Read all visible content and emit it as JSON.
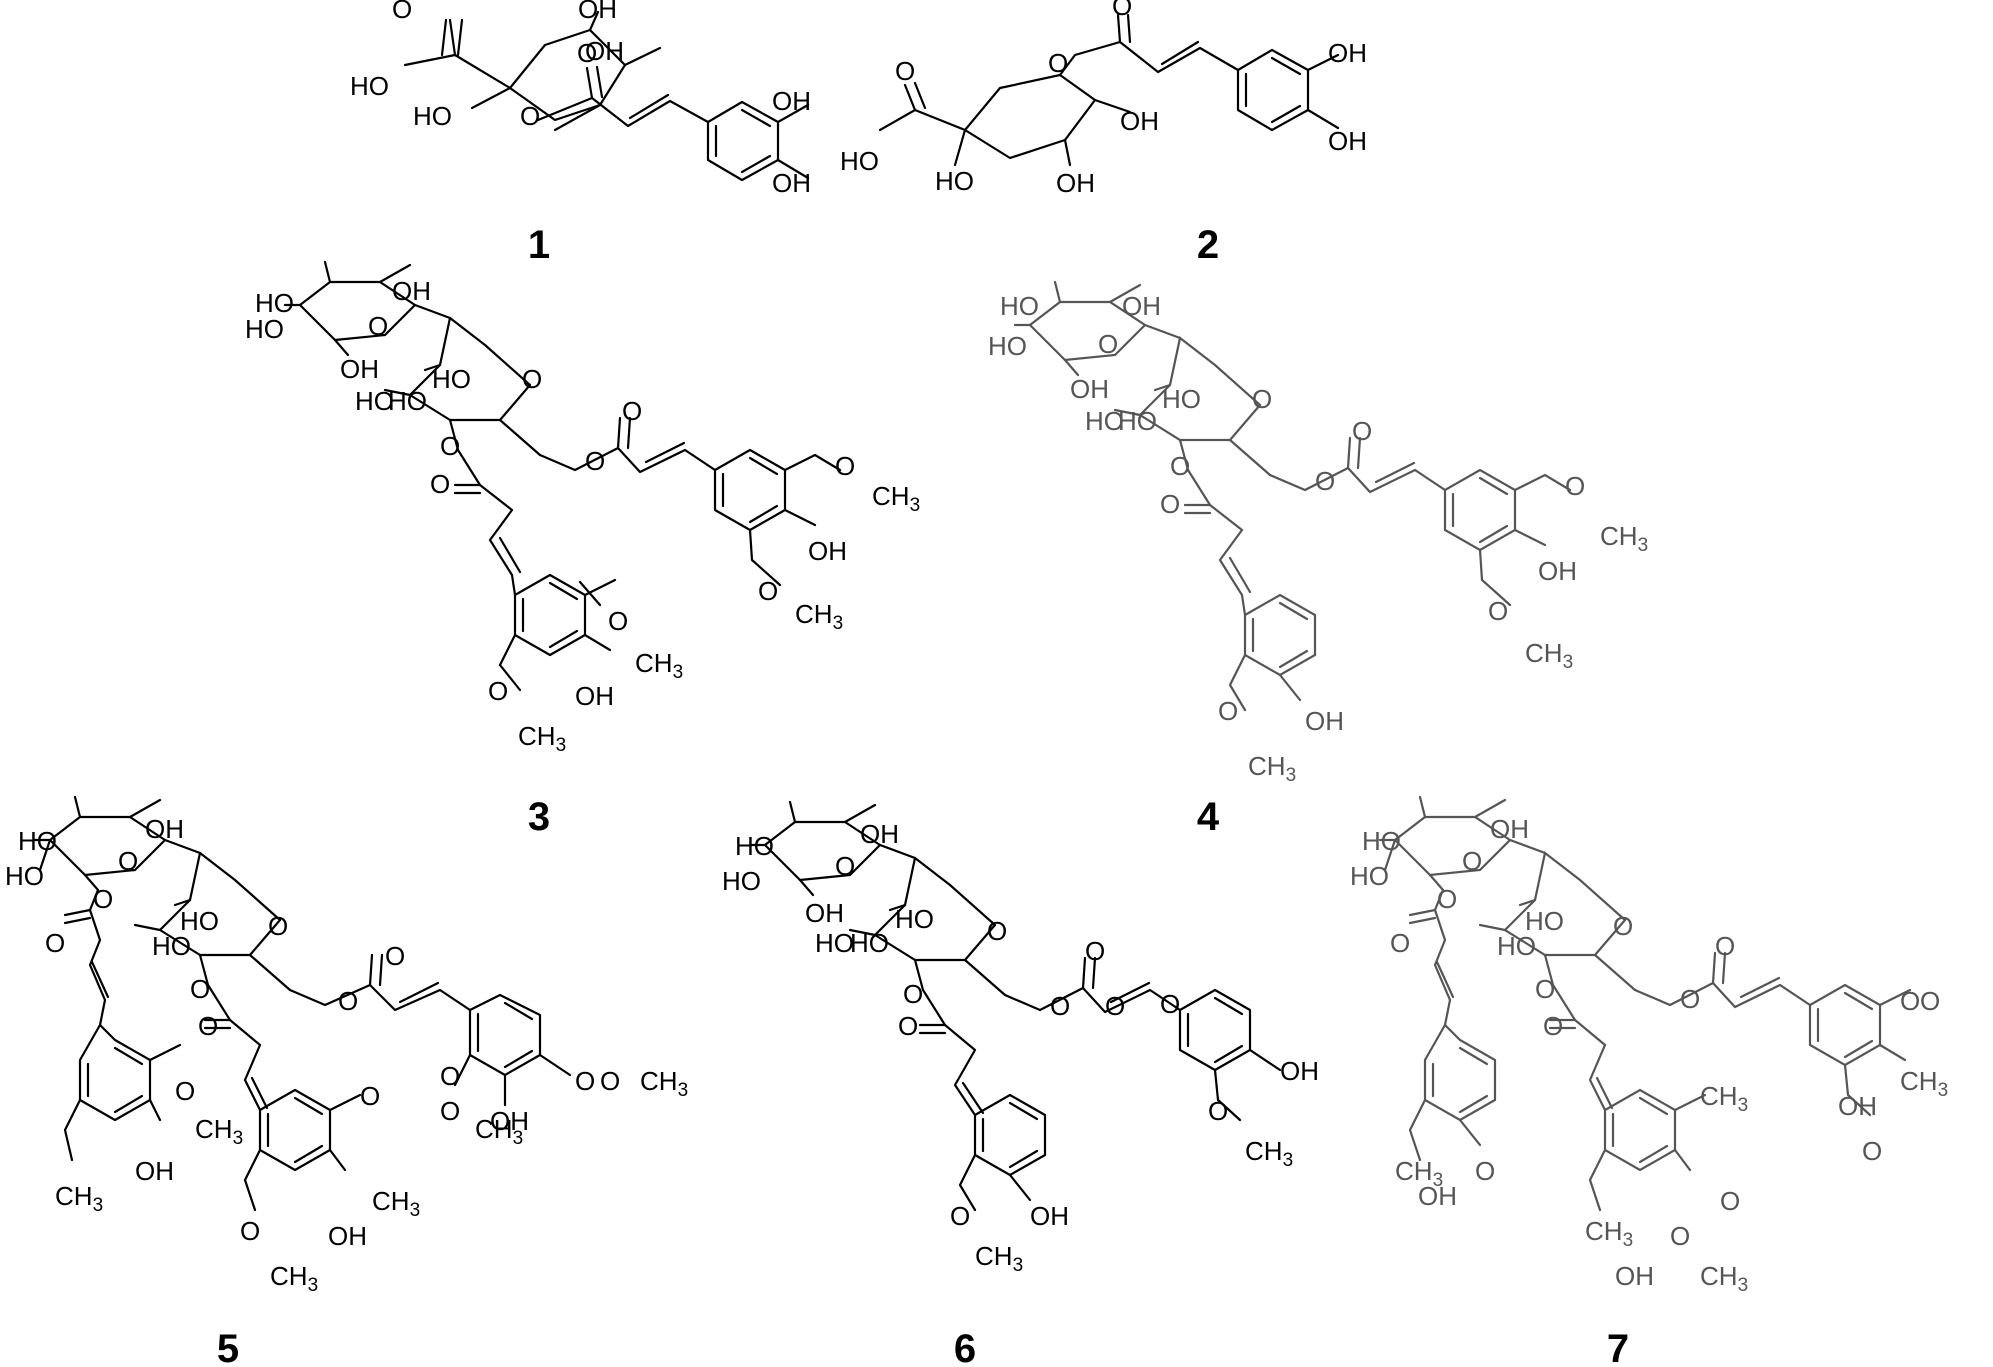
{
  "compounds": [
    {
      "label": "1",
      "tone": "#000000",
      "atoms": [
        "O",
        "OH",
        "OH",
        "HO",
        "HO",
        "O",
        "O",
        "OH",
        "OH"
      ]
    },
    {
      "label": "2",
      "tone": "#000000",
      "atoms": [
        "O",
        "O",
        "OH",
        "OH",
        "O",
        "HO",
        "HO",
        "OH",
        "OH"
      ]
    },
    {
      "label": "3",
      "tone": "#000000",
      "atoms": [
        "HO",
        "OH",
        "HO",
        "O",
        "HO",
        "OH",
        "HO",
        "O",
        "HO",
        "O",
        "O",
        "O",
        "O",
        "O",
        "CH3",
        "OH",
        "O",
        "CH3",
        "O",
        "CH3",
        "O",
        "OH",
        "CH3"
      ]
    },
    {
      "label": "4",
      "tone": "#555555",
      "atoms": [
        "HO",
        "OH",
        "HO",
        "O",
        "HO",
        "OH",
        "HO",
        "O",
        "HO",
        "O",
        "O",
        "O",
        "O",
        "O",
        "CH3",
        "OH",
        "O",
        "CH3",
        "O",
        "OH",
        "CH3"
      ]
    },
    {
      "label": "5",
      "tone": "#000000",
      "atoms": [
        "HO",
        "OH",
        "HO",
        "O",
        "O",
        "HO",
        "O",
        "HO",
        "O",
        "O",
        "O",
        "O",
        "O",
        "O",
        "O",
        "CH3",
        "O",
        "O",
        "CH3",
        "OH",
        "O",
        "CH3",
        "OH",
        "CH3",
        "O",
        "CH3",
        "O",
        "OH",
        "CH3"
      ]
    },
    {
      "label": "6",
      "tone": "#000000",
      "atoms": [
        "HO",
        "OH",
        "HO",
        "O",
        "HO",
        "OH",
        "HO",
        "O",
        "HO",
        "O",
        "O",
        "O",
        "O",
        "O",
        "O",
        "OH",
        "O",
        "CH3",
        "O",
        "OH",
        "CH3"
      ]
    },
    {
      "label": "7",
      "tone": "#555555",
      "atoms": [
        "HO",
        "OH",
        "HO",
        "O",
        "O",
        "HO",
        "O",
        "HO",
        "O",
        "O",
        "O",
        "O",
        "O",
        "O",
        "O",
        "CH3",
        "OH",
        "O",
        "CH3",
        "O",
        "OH",
        "CH3",
        "O",
        "CH3",
        "O",
        "OH",
        "CH3"
      ]
    }
  ]
}
